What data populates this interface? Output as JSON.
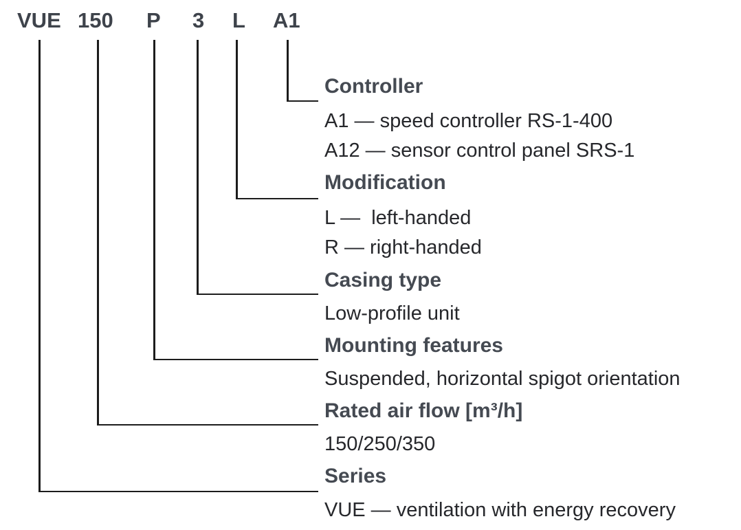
{
  "model_code": {
    "segments": [
      {
        "code": "VUE"
      },
      {
        "code": "150"
      },
      {
        "code": "P"
      },
      {
        "code": "3"
      },
      {
        "code": "L"
      },
      {
        "code": "A1"
      }
    ]
  },
  "sections": [
    {
      "title": "Controller",
      "items": [
        "A1 — speed controller RS-1-400",
        "A12 — sensor control panel SRS-1"
      ]
    },
    {
      "title": "Modification",
      "items": [
        "L —  left-handed",
        "R — right-handed"
      ]
    },
    {
      "title": "Casing type",
      "items": [
        "Low-profile unit"
      ]
    },
    {
      "title": "Mounting features",
      "items": [
        "Suspended, horizontal spigot orientation"
      ]
    },
    {
      "title": "Rated air flow [m³/h]",
      "items": [
        "150/250/350"
      ]
    },
    {
      "title": "Series",
      "items": [
        "VUE — ventilation with energy recovery"
      ]
    }
  ],
  "colors": {
    "heading": "#454a52",
    "code": "#3e434b",
    "body_text": "#26272b",
    "line": "#1c1c1c",
    "background": "#ffffff"
  }
}
